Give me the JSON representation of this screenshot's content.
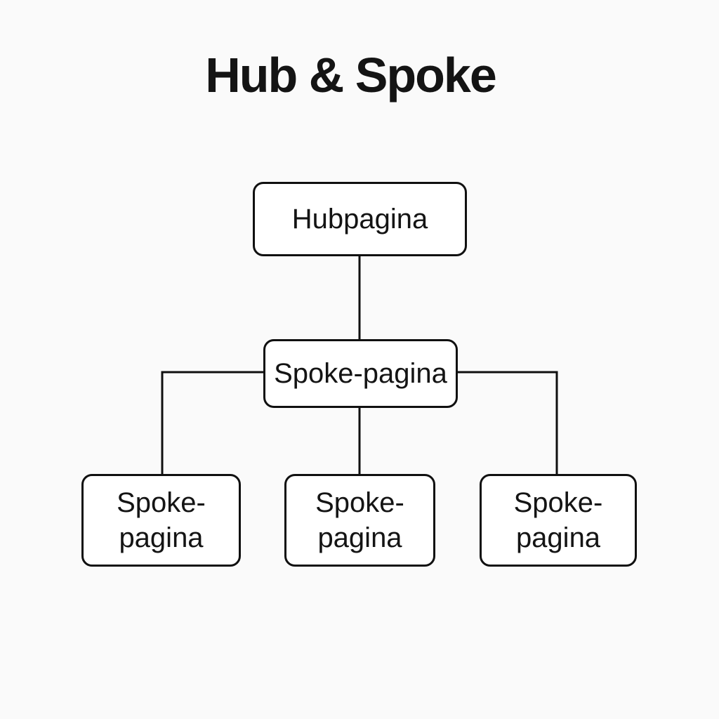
{
  "title": "Hub & Spoke",
  "diagram": {
    "hub": {
      "label": "Hubpagina"
    },
    "mid": {
      "label": "Spoke-pagina"
    },
    "leaves": [
      {
        "label": "Spoke-pagina"
      },
      {
        "label": "Spoke-pagina"
      },
      {
        "label": "Spoke-pagina"
      }
    ]
  },
  "colors": {
    "background": "#fafafa",
    "node-fill": "#ffffff",
    "node-border": "#101010",
    "connector": "#101010",
    "text": "#141414"
  }
}
